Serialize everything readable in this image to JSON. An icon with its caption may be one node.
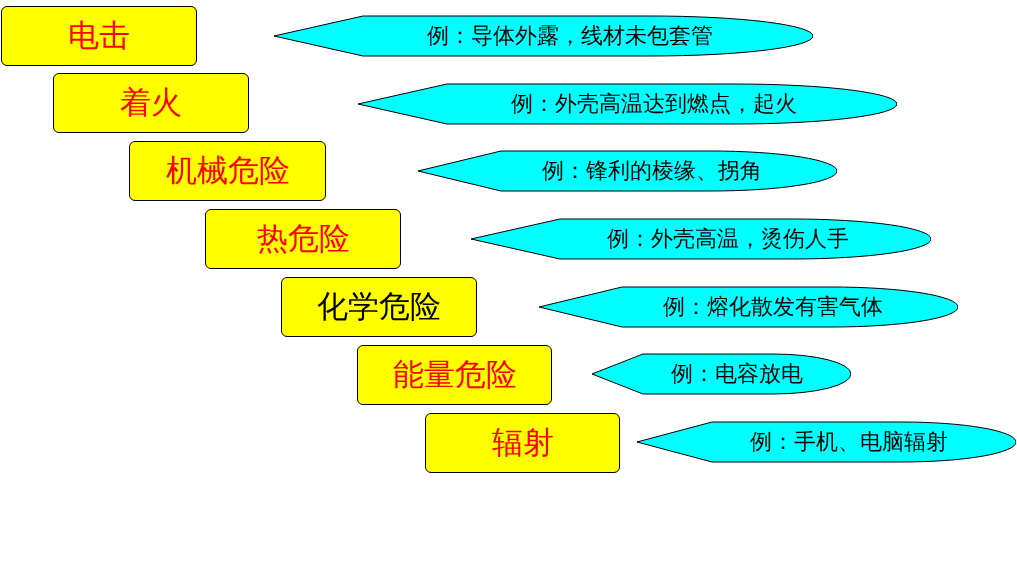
{
  "diagram": {
    "nodes": [
      {
        "text": [
          "电击"
        ]
      },
      {
        "text": [
          "着火"
        ]
      },
      {
        "text": [
          "机械危险"
        ]
      },
      {
        "text": [
          "热危险"
        ]
      },
      {
        "text": [
          "化学危险"
        ]
      },
      {
        "text": [
          "能量危险"
        ]
      },
      {
        "text": [
          "辐射"
        ]
      },
      {
        "text": [
          "例：导体外露，线材未包套管"
        ]
      },
      {
        "text": [
          "例：外壳高温达到燃点，起火"
        ]
      },
      {
        "text": [
          "例：锋利的棱缘、拐角"
        ]
      },
      {
        "text": [
          "例：外壳高温，烫伤人手"
        ]
      },
      {
        "text": [
          "例：熔化散发有害气体"
        ]
      },
      {
        "text": [
          "例：电容放电"
        ]
      },
      {
        "text": [
          "例：手机、电脑辐射"
        ]
      }
    ]
  }
}
